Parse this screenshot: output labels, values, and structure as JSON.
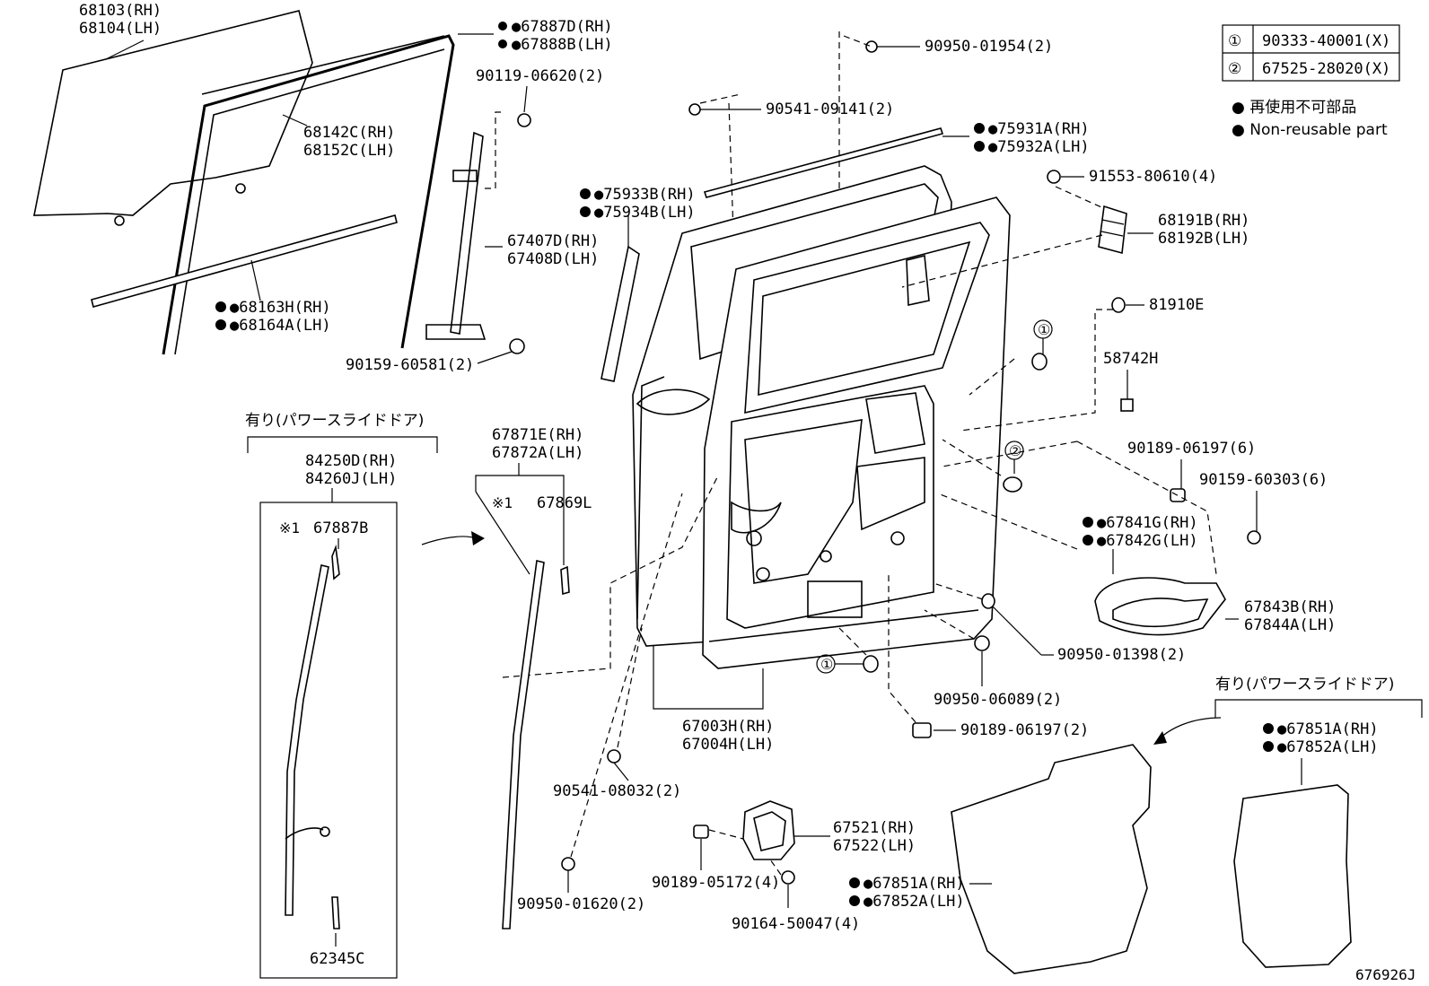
{
  "figure_id": "676926J",
  "legend": {
    "ref1": {
      "marker": "①",
      "part": "90333-40001(X)"
    },
    "ref2": {
      "marker": "②",
      "part": "67525-28020(X)"
    },
    "nonreusable_jp": "● 再使用不可部品",
    "nonreusable_en": "● Non-reusable part"
  },
  "callouts": {
    "glass": [
      "68103(RH)",
      "68104(LH)"
    ],
    "run_upper": [
      "●67887D(RH)",
      "●67888B(LH)"
    ],
    "bolt_90119": "90119-06620(2)",
    "run_channel": [
      "68142C(RH)",
      "68152C(LH)"
    ],
    "channel_rear": [
      "67407D(RH)",
      "67408D(LH)"
    ],
    "belt_moulding": [
      "●68163H(RH)",
      "●68164A(LH)"
    ],
    "bolt_90159a": "90159-60581(2)",
    "plug_90950_01954": "90950-01954(2)",
    "clip_90541_09141": "90541-09141(2)",
    "weatherstrip_top": [
      "●75931A(RH)",
      "●75932A(LH)"
    ],
    "weatherstrip_front": [
      "●75933B(RH)",
      "●75934B(LH)"
    ],
    "bolt_91553": "91553-80610(4)",
    "hinge": [
      "68191B(RH)",
      "68192B(LH)"
    ],
    "grommet_81910E": "81910E",
    "label_58742H": "58742H",
    "ref1_marker": "①",
    "ref2_marker": "②",
    "clip_90189a": "90189-06197(6)",
    "screw_90159b": "90159-60303(6)",
    "seal_inner": [
      "●67841G(RH)",
      "●67842G(LH)"
    ],
    "cover_inner": [
      "67843B(RH)",
      "67844A(LH)"
    ],
    "plug_90950_01398": "90950-01398(2)",
    "plug_90950_06089": "90950-06089(2)",
    "clip_90189b": "90189-06197(2)",
    "door_panel": [
      "67003H(RH)",
      "67004H(LH)"
    ],
    "clip_90541_08032": "90541-08032(2)",
    "plug_90950_01620": "90950-01620(2)",
    "bracket_67521": [
      "67521(RH)",
      "67522(LH)"
    ],
    "clip_90189c": "90189-05172(4)",
    "screw_90164": "90164-50047(4)",
    "service_hole_cover_center": [
      "●67851A(RH)",
      "●67852A(LH)"
    ],
    "service_hole_cover_right": [
      "●67851A(RH)",
      "●67852A(LH)"
    ],
    "power_slide_left": "有り(パワースライドドア)",
    "power_slide_right": "有り(パワースライドドア)",
    "touch_sensor": [
      "84250D(RH)",
      "84260J(LH)"
    ],
    "note_mark_a": "※1",
    "sensor_part_67887B": "67887B",
    "sensor_part_62345C": "62345C",
    "seal_rear": [
      "67871E(RH)",
      "67872A(LH)"
    ],
    "note_mark_b": "※1",
    "seal_part_67869L": "67869L"
  }
}
